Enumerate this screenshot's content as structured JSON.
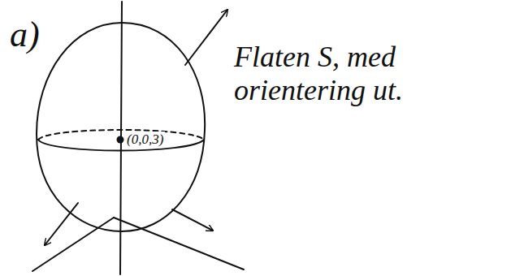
{
  "diagram": {
    "labels": [
      "a)",
      "(0,0,3)",
      "Flaten S, med orientering ut."
    ]
  }
}
